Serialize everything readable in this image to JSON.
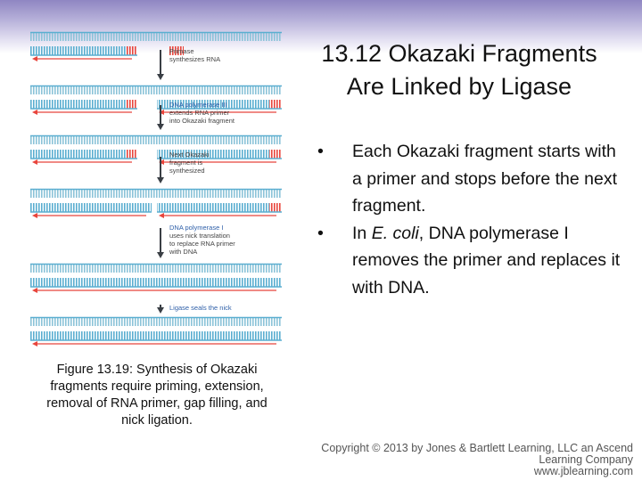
{
  "slide": {
    "title_line1": "13.12 Okazaki Fragments",
    "title_line2": "Are Linked by Ligase",
    "bullets": [
      {
        "text": "Each Okazaki fragment starts with a primer and stops before the next fragment."
      },
      {
        "pre": "In ",
        "italic": "E. coli",
        "post": ", DNA polymerase I removes the primer and replaces it with DNA."
      }
    ],
    "bullet_char": "•"
  },
  "figure": {
    "steps": [
      {
        "line1": "Primase",
        "line2": "synthesizes RNA",
        "line3": ""
      },
      {
        "line1": "DNA polymerase III",
        "line2": "extends RNA primer",
        "line3": "into Okazaki fragment"
      },
      {
        "line1": "Next Okazaki",
        "line2": "fragment is",
        "line3": "synthesized"
      },
      {
        "line1": "DNA polymerase I",
        "line2": "uses nick translation",
        "line3": "to replace RNA primer"
      },
      {
        "line1": "Ligase seals the nick",
        "line2": "",
        "line3": ""
      }
    ],
    "step4_line4": "with DNA",
    "caption_lines": [
      "Figure 13.19: Synthesis of Okazaki",
      "fragments require priming, extension,",
      "removal of RNA primer, gap filling, and",
      "nick ligation."
    ],
    "colors": {
      "template_strand": "#8bc3d8",
      "dna_strand": "#5aaed0",
      "rna_primer": "#e8453c",
      "arrow": "#3a3f45",
      "label_blue": "#2e5fa8"
    }
  },
  "footer": {
    "copyright": "Copyright © 2013 by Jones & Bartlett Learning, LLC an Ascend Learning Company",
    "website": "www.jblearning.com"
  }
}
